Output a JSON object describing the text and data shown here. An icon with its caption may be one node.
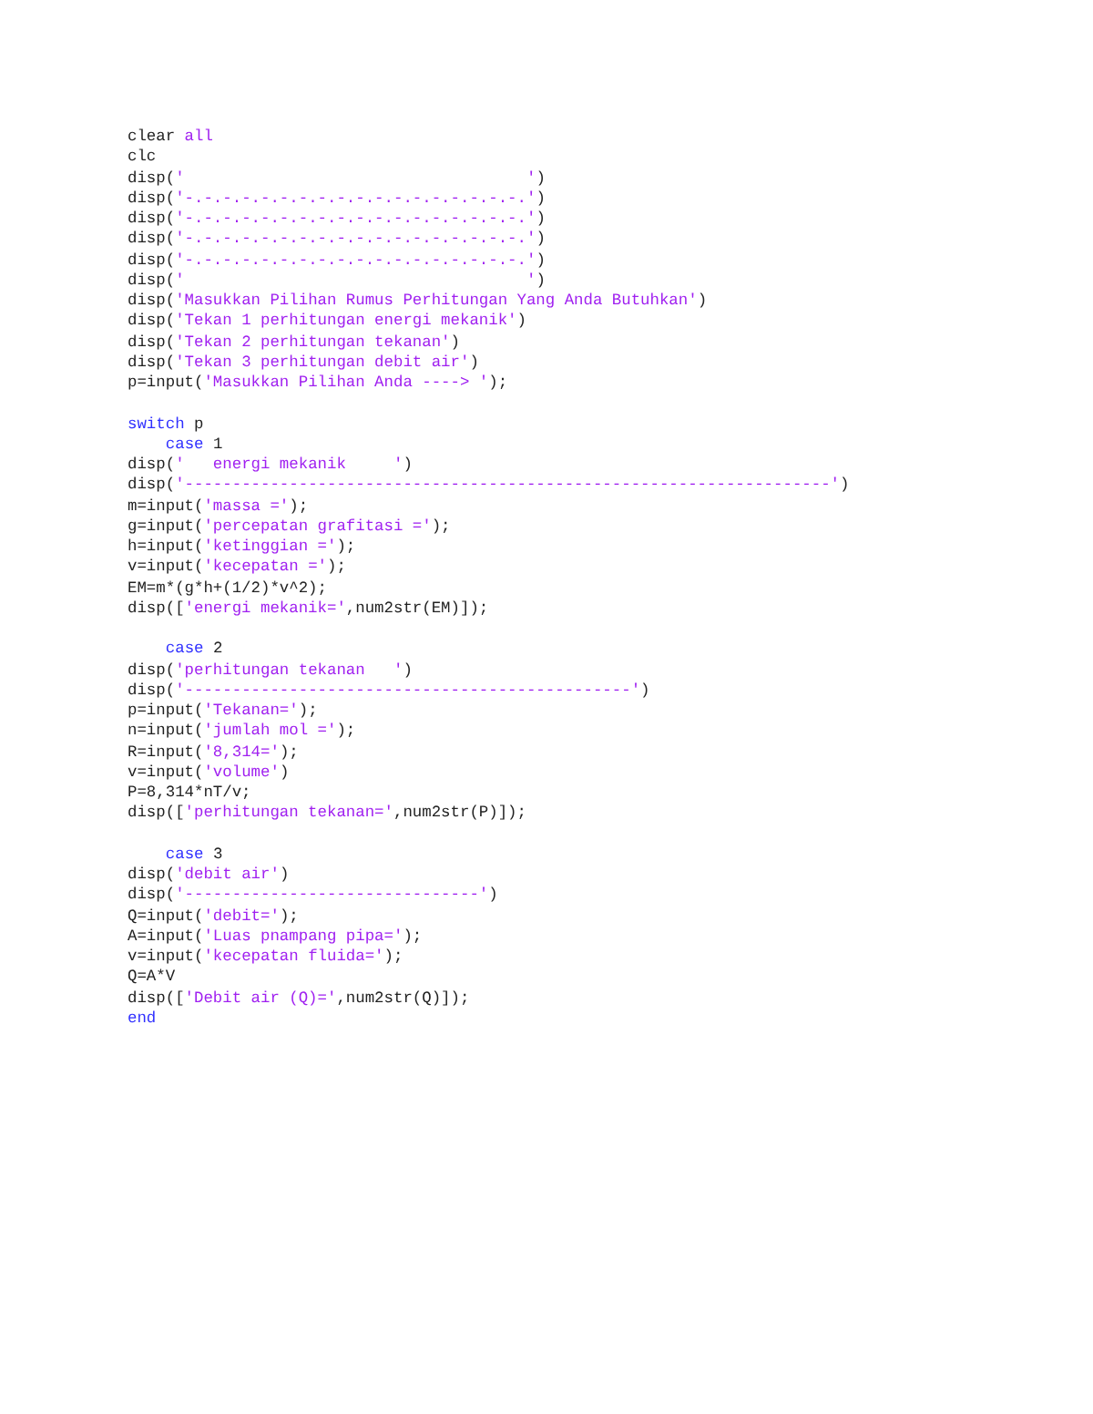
{
  "diagram": {
    "labels": [
      "clear all",
      "clc",
      "disp('                                    ')",
      "disp('-.-.-.-.-.-.-.-.-.-.-.-.-.-.-.-.-.-.')",
      "disp('-.-.-.-.-.-.-.-.-.-.-.-.-.-.-.-.-.-.')",
      "disp('-.-.-.-.-.-.-.-.-.-.-.-.-.-.-.-.-.-.')",
      "disp('-.-.-.-.-.-.-.-.-.-.-.-.-.-.-.-.-.-.')",
      "disp('                                    ')",
      "disp('Masukkan Pilihan Rumus Perhitungan Yang Anda Butuhkan')",
      "disp('Tekan 1 perhitungan energi mekanik')",
      "disp('Tekan 2 perhitungan tekanan')",
      "disp('Tekan 3 perhitungan debit air')",
      "p=input('Masukkan Pilihan Anda ----> ');",
      "switch p",
      "case 1",
      "disp('   energi mekanik     ')",
      "disp('--------------------------------------------------------------------')",
      "m=input('massa =');",
      "g=input('percepatan grafitasi =');",
      "h=input('ketinggian =');",
      "v=input('kecepatan =');",
      "EM=m*(g*h+(1/2)*v^2);",
      "disp(['energi mekanik=',num2str(EM)]);",
      "case 2",
      "disp('perhitungan tekanan   ')",
      "disp('-----------------------------------------------')",
      "p=input('Tekanan=');",
      "n=input('jumlah mol =');",
      "R=input('8,314=');",
      "v=input('volume')",
      "P=8,314*nT/v;",
      "disp(['perhitungan tekanan=',num2str(P)]);",
      "case 3",
      "disp('debit air')",
      "disp('-------------------------------')",
      "Q=input('debit=');",
      "A=input('Luas pnampang pipa=');",
      "v=input('kecepatan fluida=');",
      "Q=A*V",
      "disp(['Debit air (Q)=',num2str(Q)]);",
      "end"
    ]
  }
}
